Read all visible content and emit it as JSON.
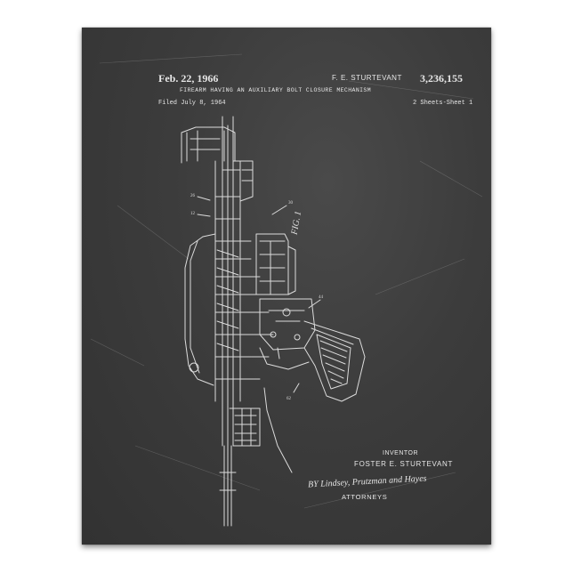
{
  "patent": {
    "date": "Feb. 22, 1966",
    "inventor_header": "F. E. STURTEVANT",
    "number": "3,236,155",
    "title": "FIREARM HAVING AN AUXILIARY BOLT CLOSURE MECHANISM",
    "filed": "Filed July 8, 1964",
    "sheets": "2 Sheets-Sheet 1",
    "figure_label": "FIG. 1"
  },
  "signature": {
    "inventor_label": "INVENTOR",
    "inventor_name": "FOSTER E. STURTEVANT",
    "by_line": "BY Lindsey, Prutzman and Hayes",
    "attorneys_label": "ATTORNEYS"
  },
  "colors": {
    "chalkboard": "#3c3c3c",
    "chalk": "#e6e6e6",
    "background": "#ffffff"
  }
}
